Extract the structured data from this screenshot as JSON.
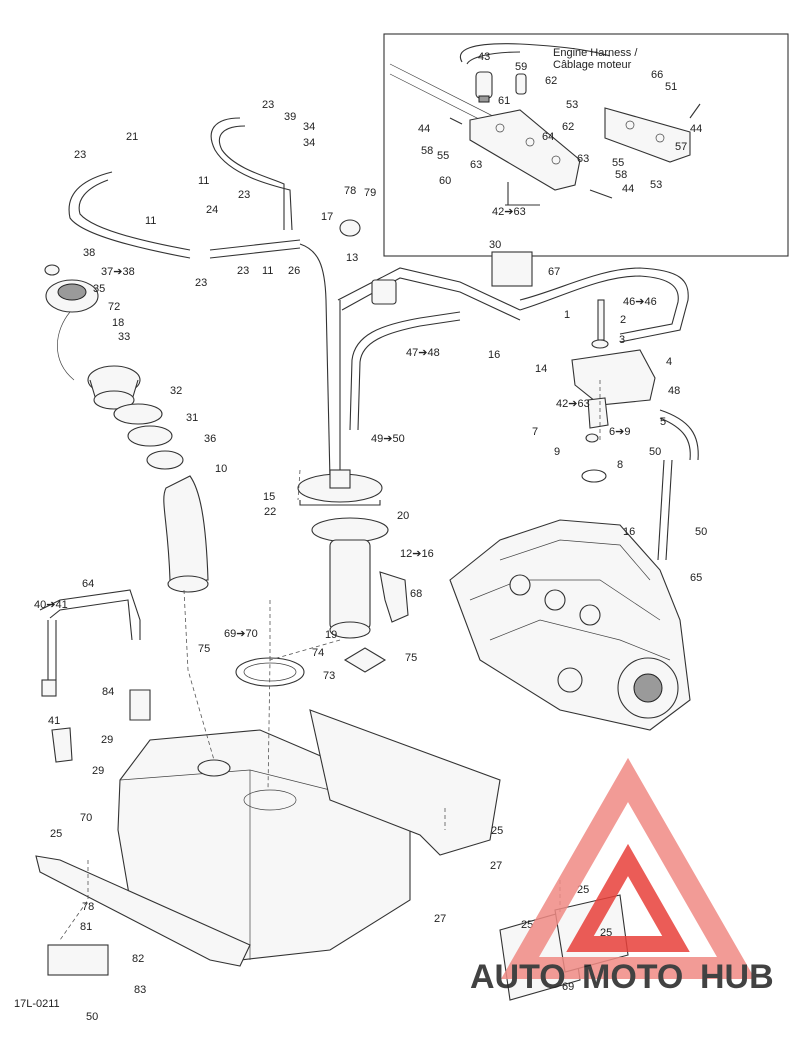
{
  "inset": {
    "harness_line1": "Engine Harness /",
    "harness_line2": "Câblage moteur"
  },
  "doc_code": "17L-0211",
  "watermark": {
    "part1": "AUTO",
    "part2": "MOTO",
    "part3": "HUB",
    "color_red": "#e8403a",
    "color_pink": "#f08a84",
    "color_gray": "#7a7a7a"
  },
  "callouts": [
    "43",
    "59",
    "62",
    "66",
    "51",
    "61",
    "53",
    "44",
    "64",
    "62",
    "44",
    "58",
    "55",
    "63",
    "57",
    "60",
    "63",
    "55",
    "58",
    "44",
    "53",
    "42➔63",
    "23",
    "39",
    "34",
    "34",
    "21",
    "23",
    "11",
    "11",
    "23",
    "24",
    "23",
    "23",
    "11",
    "26",
    "78",
    "79",
    "17",
    "13",
    "38",
    "37➔38",
    "35",
    "72",
    "18",
    "33",
    "32",
    "31",
    "36",
    "10",
    "30",
    "67",
    "46➔46",
    "1",
    "2",
    "3",
    "4",
    "16",
    "47➔48",
    "14",
    "48",
    "42➔63",
    "7",
    "6➔9",
    "9",
    "8",
    "5",
    "50",
    "49➔50",
    "15",
    "22",
    "20",
    "12➔16",
    "68",
    "19",
    "16",
    "50",
    "65",
    "64",
    "40➔41",
    "69➔70",
    "75",
    "74",
    "75",
    "73",
    "84",
    "41",
    "29",
    "29",
    "70",
    "25",
    "25",
    "27",
    "27",
    "78",
    "81",
    "82",
    "83",
    "25",
    "25",
    "25",
    "69",
    "50"
  ]
}
